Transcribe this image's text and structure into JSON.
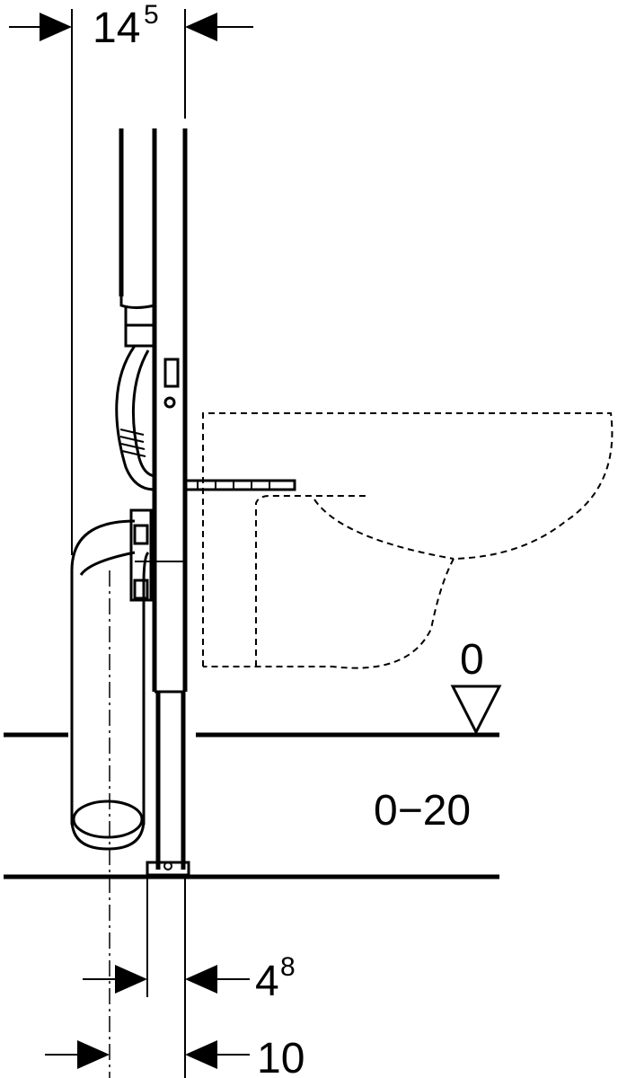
{
  "dimensions": {
    "top_width": {
      "main": "14",
      "sup": "5"
    },
    "bottom_inner": {
      "main": "4",
      "sup": "8"
    },
    "bottom_outer": {
      "main": "10"
    },
    "floor_level": "0",
    "height_range": "0−20"
  },
  "icons": {
    "floor_level_marker": "triangle-level-icon"
  }
}
